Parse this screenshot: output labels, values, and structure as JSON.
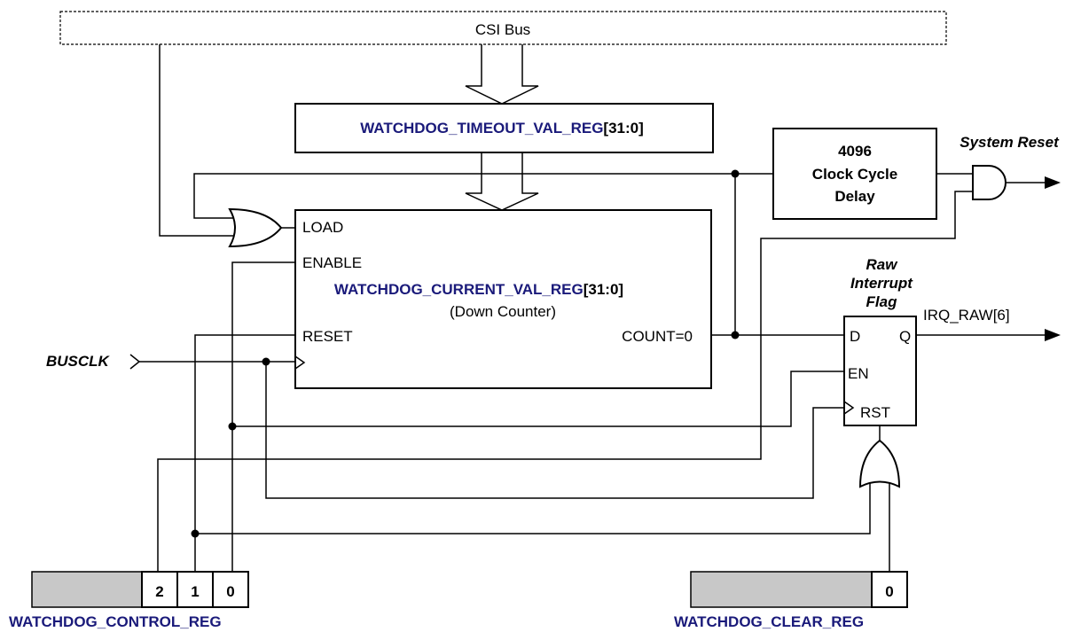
{
  "bus": {
    "label": "CSI Bus"
  },
  "timeout_reg": {
    "name": "WATCHDOG_TIMEOUT_VAL_REG",
    "bits": "[31:0]"
  },
  "current_reg": {
    "name": "WATCHDOG_CURRENT_VAL_REG",
    "bits": "[31:0]",
    "subtitle": "(Down Counter)",
    "ports": {
      "load": "LOAD",
      "enable": "ENABLE",
      "reset": "RESET",
      "count": "COUNT=0"
    }
  },
  "delay": {
    "line1": "4096",
    "line2": "Clock Cycle",
    "line3": "Delay"
  },
  "system_reset": "System Reset",
  "raw_flag": {
    "line1": "Raw",
    "line2": "Interrupt",
    "line3": "Flag"
  },
  "flipflop": {
    "d": "D",
    "q": "Q",
    "en": "EN",
    "rst": "RST"
  },
  "irq_out": "IRQ_RAW[6]",
  "busclk": "BUSCLK",
  "control_reg": {
    "name": "WATCHDOG_CONTROL_REG",
    "bits": [
      "2",
      "1",
      "0"
    ]
  },
  "clear_reg": {
    "name": "WATCHDOG_CLEAR_REG",
    "bits": [
      "0"
    ]
  }
}
